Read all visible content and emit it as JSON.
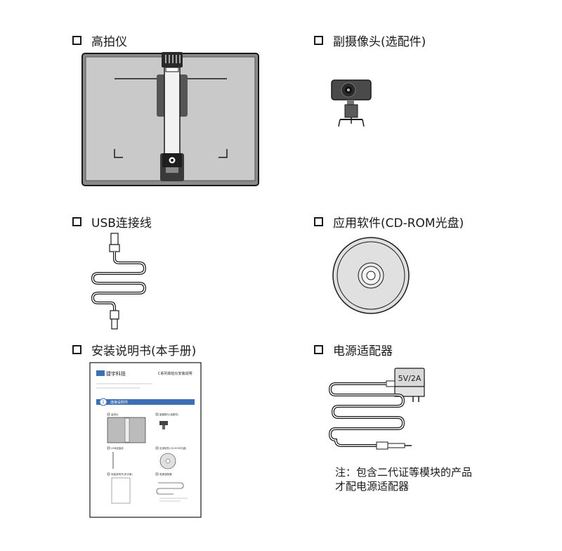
{
  "items": [
    {
      "label": "高拍仪",
      "icon": "document-camera"
    },
    {
      "label": "副摄像头(选配件)",
      "icon": "webcam"
    },
    {
      "label": "USB连接线",
      "icon": "usb-cable"
    },
    {
      "label": "应用软件(CD-ROM光盘)",
      "icon": "cd-rom"
    },
    {
      "label": "安装说明书(本手册)",
      "icon": "manual"
    },
    {
      "label": "电源适配器",
      "icon": "power-adapter"
    }
  ],
  "adapter": {
    "rating": "5V/2A"
  },
  "note": {
    "line1": "注：包含二代证等模块的产品",
    "line2": "才配电源适配器"
  },
  "manual_thumb": {
    "brand": "捷宇科技",
    "title": "C系列高拍仪安装说明",
    "section_number": "1",
    "section_title": "连接设附件",
    "items": [
      "高拍仪",
      "副摄像头(选配件)",
      "USB连接线",
      "应用软件(CD-ROM光盘)",
      "安装说明书(本手册)",
      "电源适配器"
    ]
  },
  "colors": {
    "line": "#1a1a1a",
    "panel": "#c8c8c8",
    "accent": "#3d6fb5"
  }
}
